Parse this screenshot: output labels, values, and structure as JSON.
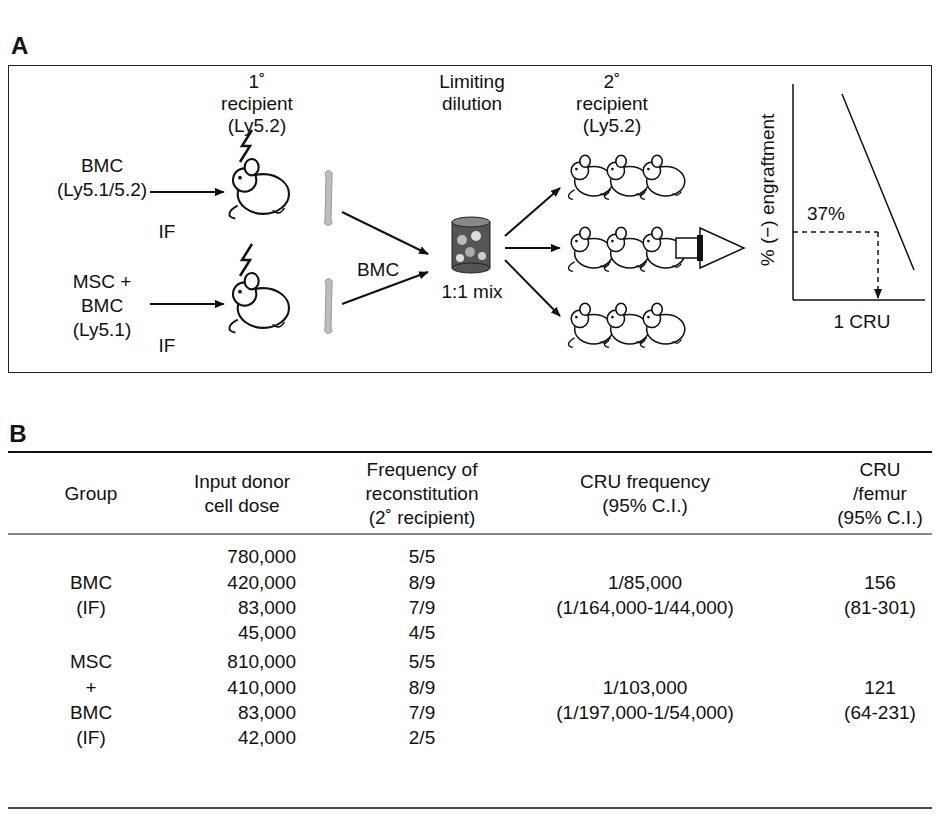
{
  "diagram": {
    "nodes": [
      {
        "text": [
          "A"
        ]
      }
    ],
    "labels": [
      "1˚",
      "recipient",
      "(Ly5.2)",
      "Limiting",
      "dilution",
      "2˚",
      "recipient",
      "(Ly5.2)",
      "BMC",
      "(Ly5.1/5.2)",
      "IF",
      "BMC",
      "1:1 mix",
      "MSC +",
      "BMC",
      "(Ly5.1)",
      "IF",
      "% (−) engraftment",
      "37%",
      "1 CRU",
      "B",
      "Group",
      "Input donor",
      "cell dose",
      "Frequency of",
      "reconstitution",
      "(2˚ recipient)",
      "CRU frequency",
      "(95% C.I.)",
      "CRU",
      "/femur",
      "(95% C.I.)",
      "780,000",
      "5/5",
      "BMC",
      "420,000",
      "8/9",
      "1/85,000",
      "156",
      "(IF)",
      "83,000",
      "7/9",
      "(1/164,000-1/44,000)",
      "(81-301)",
      "45,000",
      "4/5",
      "MSC",
      "810,000",
      "5/5",
      "+",
      "410,000",
      "8/9",
      "1/103,000",
      "121",
      "BMC",
      "83,000",
      "7/9",
      "(1/197,000-1/54,000)",
      "(64-231)",
      "(IF)",
      "42,000",
      "2/5"
    ]
  }
}
